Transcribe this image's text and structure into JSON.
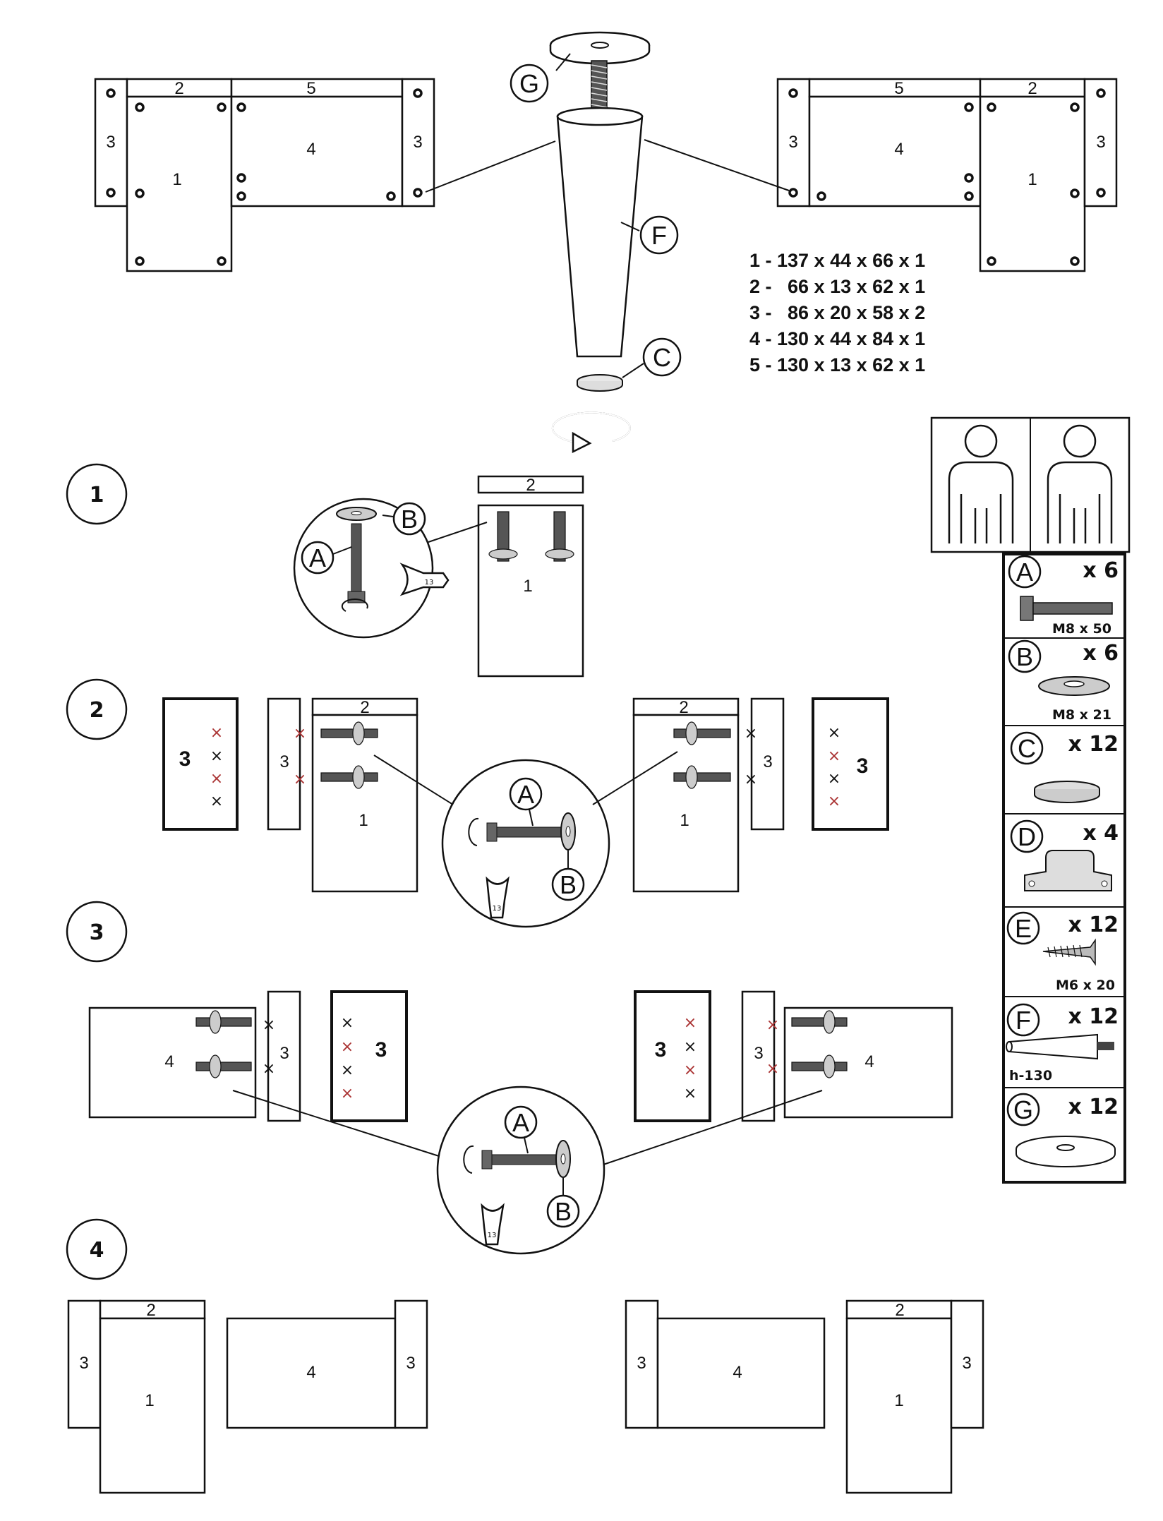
{
  "top_left_assembly": {
    "p2": "2",
    "p5": "5",
    "p3a": "3",
    "p4": "4",
    "p3b": "3",
    "p1": "1"
  },
  "top_right_assembly": {
    "p5": "5",
    "p2": "2",
    "p3a": "3",
    "p4": "4",
    "p3b": "3",
    "p1": "1"
  },
  "leg_callouts": {
    "g": "G",
    "f": "F",
    "c": "C"
  },
  "dimensions": [
    "1 - 137 x 44 x 66 x 1",
    "2 -   66 x 13 x 62 x 1",
    "3 -   86 x 20 x 58 x 2",
    "4 - 130 x 44 x 84 x 1",
    "5 - 130 x 13 x 62 x 1"
  ],
  "steps": {
    "s1": "1",
    "s2": "2",
    "s3": "3",
    "s4": "4"
  },
  "step1": {
    "p2": "2",
    "p1": "1",
    "a": "A",
    "b": "B",
    "wrench": "13"
  },
  "step2": {
    "left": {
      "p3": "3",
      "p3b": "3",
      "p2": "2",
      "p1": "1"
    },
    "right": {
      "p2": "2",
      "p1": "1",
      "p3": "3",
      "p3b": "3"
    },
    "a": "A",
    "b": "B",
    "wrench": "13"
  },
  "step3": {
    "left": {
      "p4": "4",
      "p3": "3",
      "p3b": "3"
    },
    "right": {
      "p3": "3",
      "p3b": "3",
      "p4": "4"
    },
    "a": "A",
    "b": "B",
    "wrench": "13"
  },
  "step4": {
    "left": {
      "p2": "2",
      "p3a": "3",
      "p1": "1",
      "p4": "4",
      "p3b": "3"
    },
    "right": {
      "p3a": "3",
      "p4": "4",
      "p2": "2",
      "p3b": "3",
      "p1": "1"
    }
  },
  "parts": [
    {
      "letter": "A",
      "qty": "x 6",
      "spec": "M8 x 50",
      "icon": "bolt-icon"
    },
    {
      "letter": "B",
      "qty": "x 6",
      "spec": "M8 x 21",
      "icon": "washer-icon"
    },
    {
      "letter": "C",
      "qty": "x 12",
      "spec": "",
      "icon": "felt-pad-icon"
    },
    {
      "letter": "D",
      "qty": "x 4",
      "spec": "",
      "icon": "bracket-icon"
    },
    {
      "letter": "E",
      "qty": "x 12",
      "spec": "M6 x 20",
      "icon": "screw-icon"
    },
    {
      "letter": "F",
      "qty": "x 12",
      "spec": "h-130",
      "icon": "leg-icon"
    },
    {
      "letter": "G",
      "qty": "x 12",
      "spec": "",
      "icon": "plate-icon"
    }
  ]
}
